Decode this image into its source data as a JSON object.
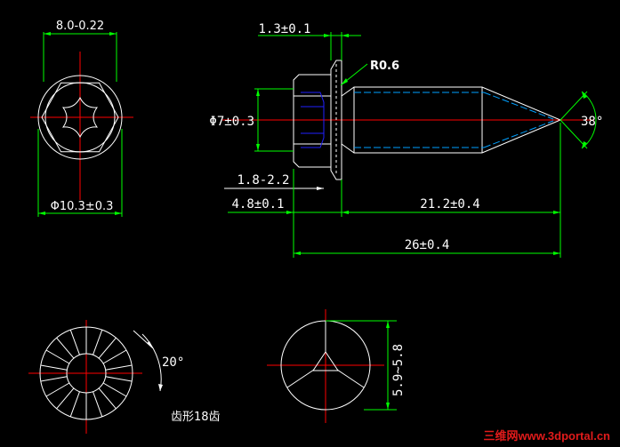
{
  "drawing": {
    "dimensions": {
      "head_width": "8.0-0.22",
      "flange_dia": "Φ10.3±0.3",
      "flange_thick": "1.3±0.1",
      "fillet": "R0.6",
      "hex_dia": "Φ7±0.3",
      "gap": "1.8-2.2",
      "head_len": "4.8±0.1",
      "shank_len": "21.2±0.4",
      "total_len": "26±0.4",
      "point_angle": "38°",
      "serration_angle": "20°",
      "serration_count": "齿形18齿",
      "point_depth": "5.9~5.8"
    },
    "watermark": "三维网www.3dportal.cn"
  },
  "colors": {
    "background": "#000000",
    "outline": "#ffffff",
    "dimension": "#00ff00",
    "centerline": "#ff0000",
    "hidden": "#00a0ff",
    "thread": "#2020ff"
  }
}
